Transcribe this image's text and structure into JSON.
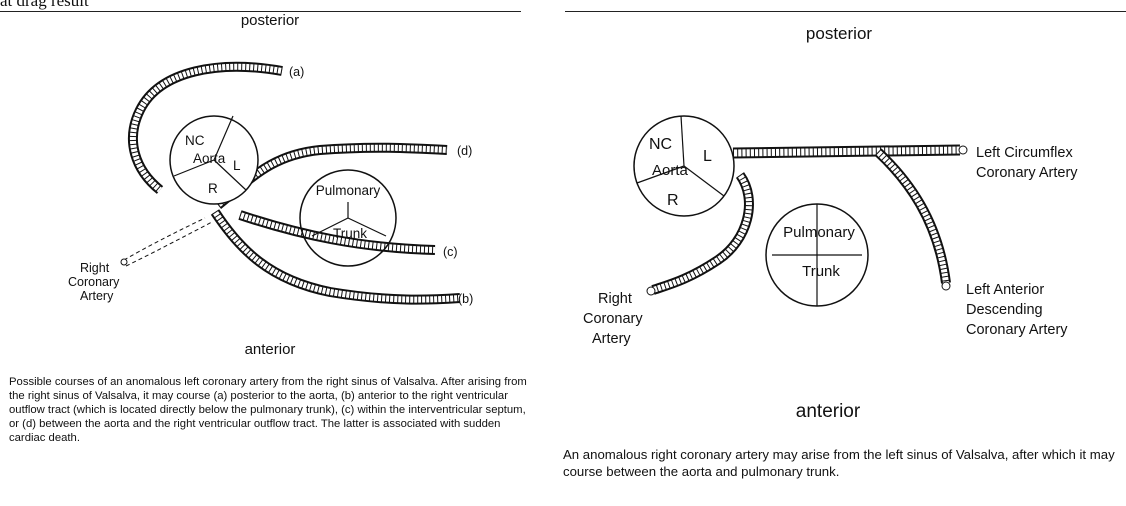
{
  "top_fragment": "at drag result",
  "left_figure": {
    "posterior": "posterior",
    "anterior": "anterior",
    "aorta": {
      "nc": "NC",
      "aorta": "Aorta",
      "l": "L",
      "r": "R"
    },
    "pulmonary": {
      "top": "Pulmonary",
      "bottom": "Trunk"
    },
    "course_labels": {
      "a": "(a)",
      "b": "(b)",
      "c": "(c)",
      "d": "(d)"
    },
    "right_coronary": [
      "Right",
      "Coronary",
      "Artery"
    ],
    "caption": "Possible courses of an anomalous left coronary artery from the right sinus of Valsalva. After arising from the right sinus of Valsalva, it may course (a) posterior to the aorta, (b) anterior to the right ventricular outflow tract (which is located directly below the pulmonary trunk), (c) within the interventricular septum, or (d) between the aorta and the right ventricular outflow tract. The latter is associated with sudden cardiac death."
  },
  "right_figure": {
    "posterior": "posterior",
    "anterior": "anterior",
    "aorta": {
      "nc": "NC",
      "aorta": "Aorta",
      "l": "L",
      "r": "R"
    },
    "pulmonary": {
      "top": "Pulmonary",
      "bottom": "Trunk"
    },
    "left_circumflex": [
      "Left Circumflex",
      "Coronary Artery"
    ],
    "lad": [
      "Left Anterior",
      "Descending",
      "Coronary Artery"
    ],
    "right_coronary": [
      "Right",
      "Coronary",
      "Artery"
    ],
    "caption": "An anomalous right coronary artery may arise from the left sinus of Valsalva, after which it may course between the aorta and pulmonary trunk."
  }
}
